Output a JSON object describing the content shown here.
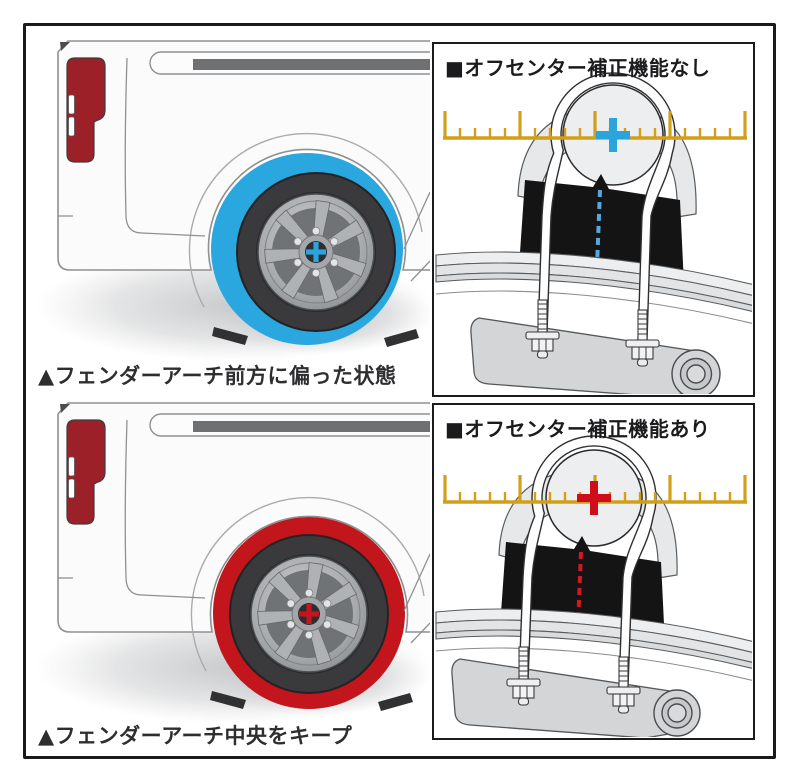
{
  "figure": {
    "kind": "off-center-correction comparison diagram",
    "left_column": "rear quarter views of van wheel arch",
    "right_column": "leaf spring / axle seat technical views"
  },
  "cars": [
    {
      "caption": "▲フェンダーアーチ前方に偏った状態",
      "arch_band_color": "#2BA7DF",
      "wheel_marker": "blue-cross-marker",
      "tail_light_color": "#9C2027"
    },
    {
      "caption": "▲フェンダーアーチ中央をキープ",
      "arch_band_color": "#C3151C",
      "wheel_marker": "red-cross-marker",
      "tail_light_color": "#9C2027"
    }
  ],
  "panels": [
    {
      "title": "■オフセンター補正機能なし",
      "marker": "blue-cross-marker",
      "marker_color": "#2BA3DC",
      "dashed_line_color": "#56A8DC",
      "axle_center_vs_ruler_center": "offset right of center tick"
    },
    {
      "title": "■オフセンター補正機能あり",
      "marker": "red-cross-marker",
      "marker_color": "#CE0E1A",
      "dashed_line_color": "#D41822",
      "axle_center_vs_ruler_center": "aligned with center tick"
    }
  ],
  "ruler": {
    "color": "#D2A018",
    "major_ticks": 5,
    "minor_ticks_per_interval": 4
  },
  "colors": {
    "frame": "#1a1a1c",
    "blue": "#2BA3DC",
    "red": "#C3151C",
    "tail_light": "#9C2027",
    "ruler_gold": "#D2A018",
    "body_outline": "#8F9092",
    "block_black": "#141415"
  }
}
